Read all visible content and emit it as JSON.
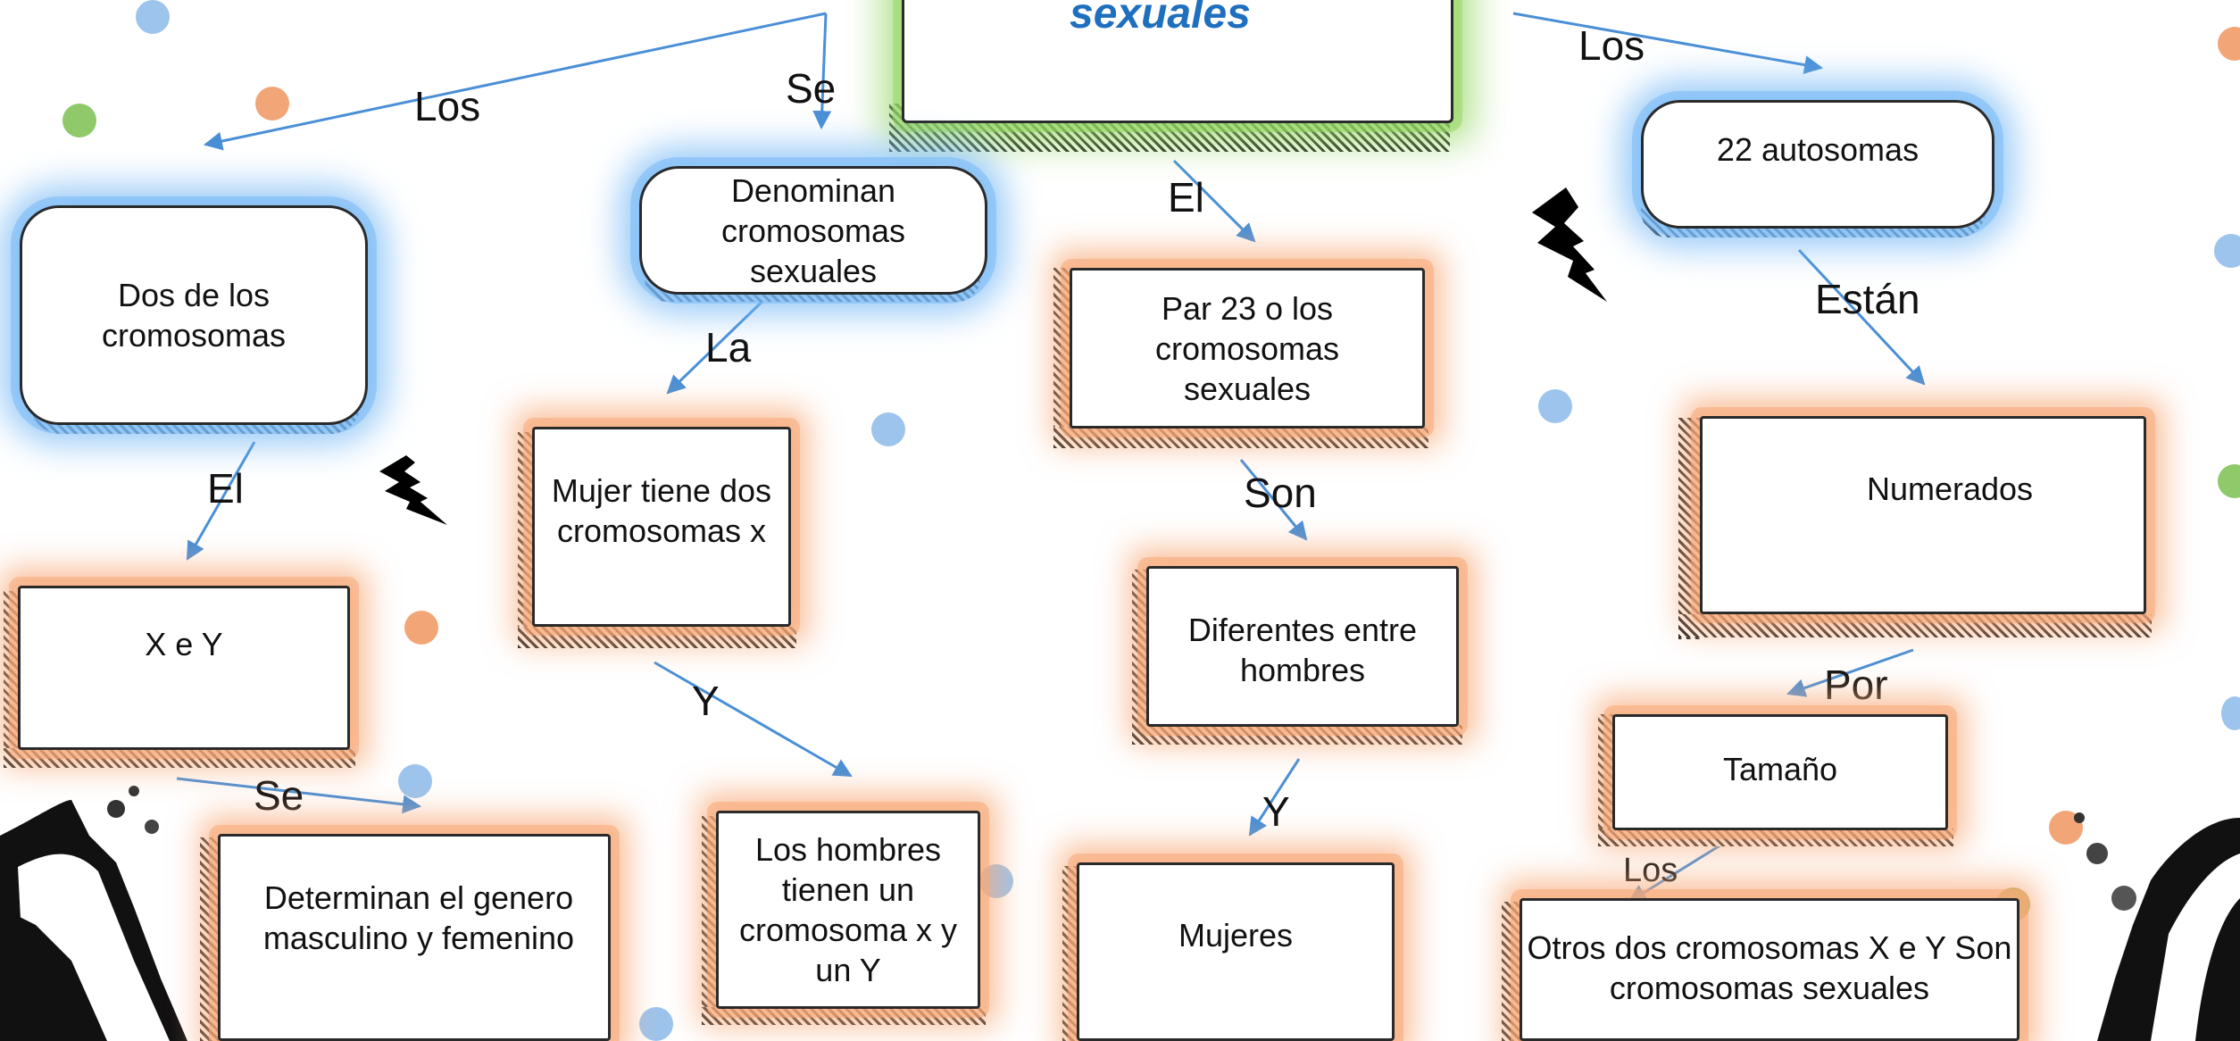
{
  "diagram": {
    "title": "sexuales",
    "nodes": {
      "dos_cromosomas": "Dos de los cromosomas",
      "denominan": "Denominan cromosomas sexuales",
      "par23": "Par 23 o los cromosomas sexuales",
      "autosomas": "22 autosomas",
      "xey": "X e Y",
      "mujer_xx": "Mujer tiene dos cromosomas x",
      "diferentes": "Diferentes entre hombres",
      "numerados": "Numerados",
      "determinan": "Determinan el genero masculino y femenino",
      "hombres_xy": "Los hombres tienen un cromosoma x y un Y",
      "mujeres": "Mujeres",
      "tamano": "Tamaño",
      "otros": "Otros dos cromosomas X e Y Son cromosomas sexuales"
    },
    "connectors": {
      "los_left": "Los",
      "se_top": "Se",
      "los_right": "Los",
      "el_mid": "El",
      "estan": "Están",
      "la": "La",
      "el_left": "El",
      "son": "Son",
      "y_mid": "Y",
      "por": "Por",
      "y_center": "Y",
      "se_bottom": "Se",
      "los_bottom": "Los"
    }
  },
  "colors": {
    "title": "#1f6fbf",
    "arrow": "#4a8fd6",
    "glow_blue": "#78b9f5",
    "glow_orange": "#f7aa78",
    "glow_green": "#96d764",
    "dot_blue": "#9cc4ec",
    "dot_orange": "#f2a677",
    "dot_green": "#8fc96a"
  }
}
